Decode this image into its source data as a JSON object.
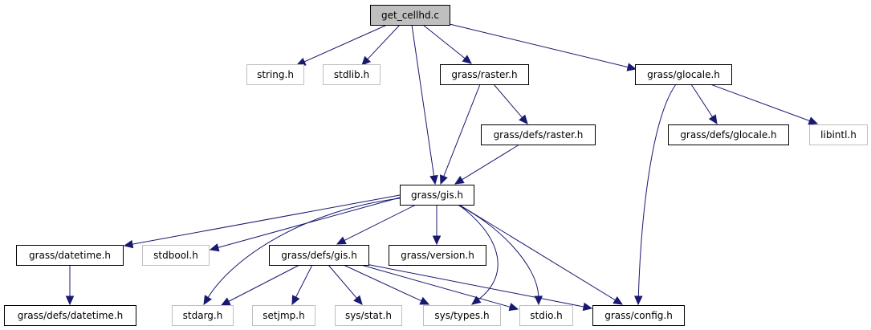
{
  "title": "get_cellhd.c include dependency graph",
  "colors": {
    "edge": "#191970",
    "root_fill": "#bfbfbf",
    "local_border": "#000000",
    "system_border": "#bfbfbf"
  },
  "nodes": [
    {
      "id": "root",
      "label": "get_cellhd.c",
      "kind": "root"
    },
    {
      "id": "string_h",
      "label": "string.h",
      "kind": "system"
    },
    {
      "id": "stdlib_h",
      "label": "stdlib.h",
      "kind": "system"
    },
    {
      "id": "raster_h",
      "label": "grass/raster.h",
      "kind": "local"
    },
    {
      "id": "glocale_h",
      "label": "grass/glocale.h",
      "kind": "local"
    },
    {
      "id": "defs_raster_h",
      "label": "grass/defs/raster.h",
      "kind": "local"
    },
    {
      "id": "defs_glocale_h",
      "label": "grass/defs/glocale.h",
      "kind": "local"
    },
    {
      "id": "libintl_h",
      "label": "libintl.h",
      "kind": "system"
    },
    {
      "id": "gis_h",
      "label": "grass/gis.h",
      "kind": "local"
    },
    {
      "id": "datetime_h",
      "label": "grass/datetime.h",
      "kind": "local"
    },
    {
      "id": "stdbool_h",
      "label": "stdbool.h",
      "kind": "system"
    },
    {
      "id": "defs_gis_h",
      "label": "grass/defs/gis.h",
      "kind": "local"
    },
    {
      "id": "version_h",
      "label": "grass/version.h",
      "kind": "local"
    },
    {
      "id": "defs_datetime_h",
      "label": "grass/defs/datetime.h",
      "kind": "local"
    },
    {
      "id": "stdarg_h",
      "label": "stdarg.h",
      "kind": "system"
    },
    {
      "id": "setjmp_h",
      "label": "setjmp.h",
      "kind": "system"
    },
    {
      "id": "sys_stat_h",
      "label": "sys/stat.h",
      "kind": "system"
    },
    {
      "id": "sys_types_h",
      "label": "sys/types.h",
      "kind": "system"
    },
    {
      "id": "stdio_h",
      "label": "stdio.h",
      "kind": "system"
    },
    {
      "id": "config_h",
      "label": "grass/config.h",
      "kind": "local"
    }
  ],
  "edges": [
    {
      "from": "root",
      "to": "string_h"
    },
    {
      "from": "root",
      "to": "stdlib_h"
    },
    {
      "from": "root",
      "to": "gis_h"
    },
    {
      "from": "root",
      "to": "raster_h"
    },
    {
      "from": "root",
      "to": "glocale_h"
    },
    {
      "from": "raster_h",
      "to": "gis_h"
    },
    {
      "from": "raster_h",
      "to": "defs_raster_h"
    },
    {
      "from": "defs_raster_h",
      "to": "gis_h"
    },
    {
      "from": "glocale_h",
      "to": "defs_glocale_h"
    },
    {
      "from": "glocale_h",
      "to": "libintl_h"
    },
    {
      "from": "glocale_h",
      "to": "config_h"
    },
    {
      "from": "gis_h",
      "to": "datetime_h"
    },
    {
      "from": "gis_h",
      "to": "stdbool_h"
    },
    {
      "from": "gis_h",
      "to": "stdarg_h"
    },
    {
      "from": "gis_h",
      "to": "defs_gis_h"
    },
    {
      "from": "gis_h",
      "to": "version_h"
    },
    {
      "from": "gis_h",
      "to": "sys_types_h"
    },
    {
      "from": "gis_h",
      "to": "stdio_h"
    },
    {
      "from": "gis_h",
      "to": "config_h"
    },
    {
      "from": "datetime_h",
      "to": "defs_datetime_h"
    },
    {
      "from": "defs_gis_h",
      "to": "stdarg_h"
    },
    {
      "from": "defs_gis_h",
      "to": "setjmp_h"
    },
    {
      "from": "defs_gis_h",
      "to": "sys_stat_h"
    },
    {
      "from": "defs_gis_h",
      "to": "sys_types_h"
    },
    {
      "from": "defs_gis_h",
      "to": "stdio_h"
    },
    {
      "from": "defs_gis_h",
      "to": "config_h"
    }
  ]
}
